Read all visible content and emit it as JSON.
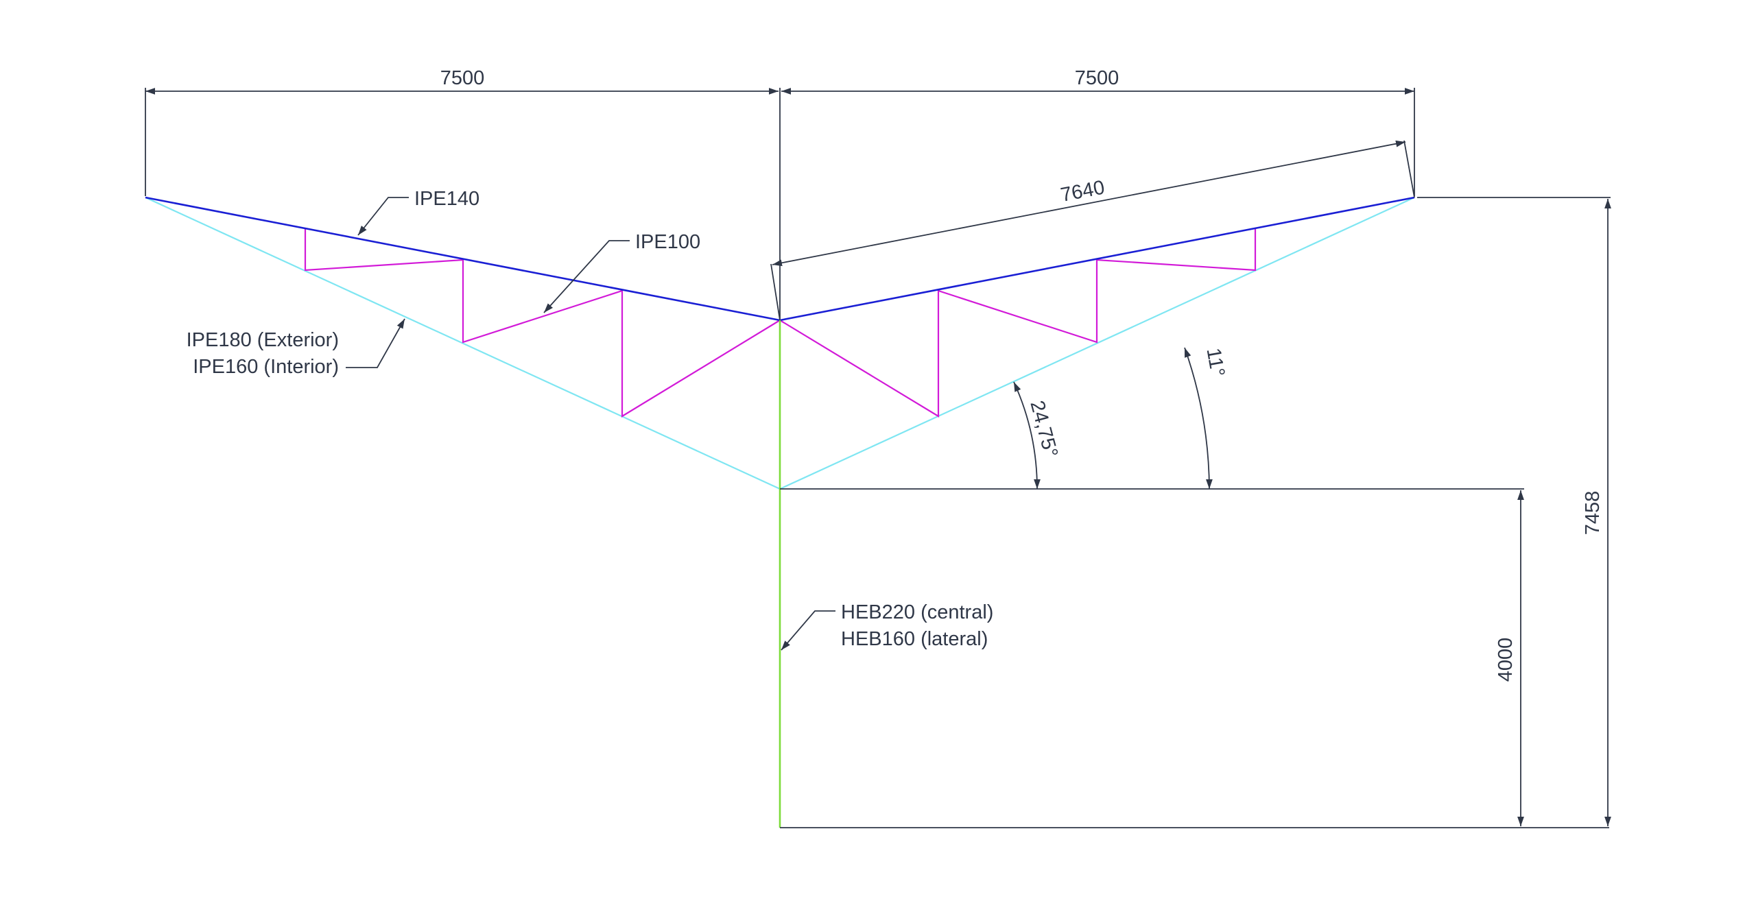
{
  "dimensions": {
    "left_span": "7500",
    "right_span": "7500",
    "rafter_length": "7640",
    "total_height": "7458",
    "column_height": "4000",
    "top_angle": "11°",
    "bottom_angle": "24,75°"
  },
  "labels": {
    "top_chord": "IPE140",
    "web": "IPE100",
    "bottom_chord_line1": "IPE180 (Exterior)",
    "bottom_chord_line2": "IPE160 (Interior)",
    "column_line1": "HEB220 (central)",
    "column_line2": "HEB160 (lateral)"
  },
  "colors": {
    "top_chord": "#1a1fd4",
    "bottom_chord": "#7fe6f2",
    "web_members": "#d21ad8",
    "column": "#7ddc3a",
    "dimension_lines": "#2f3747"
  }
}
